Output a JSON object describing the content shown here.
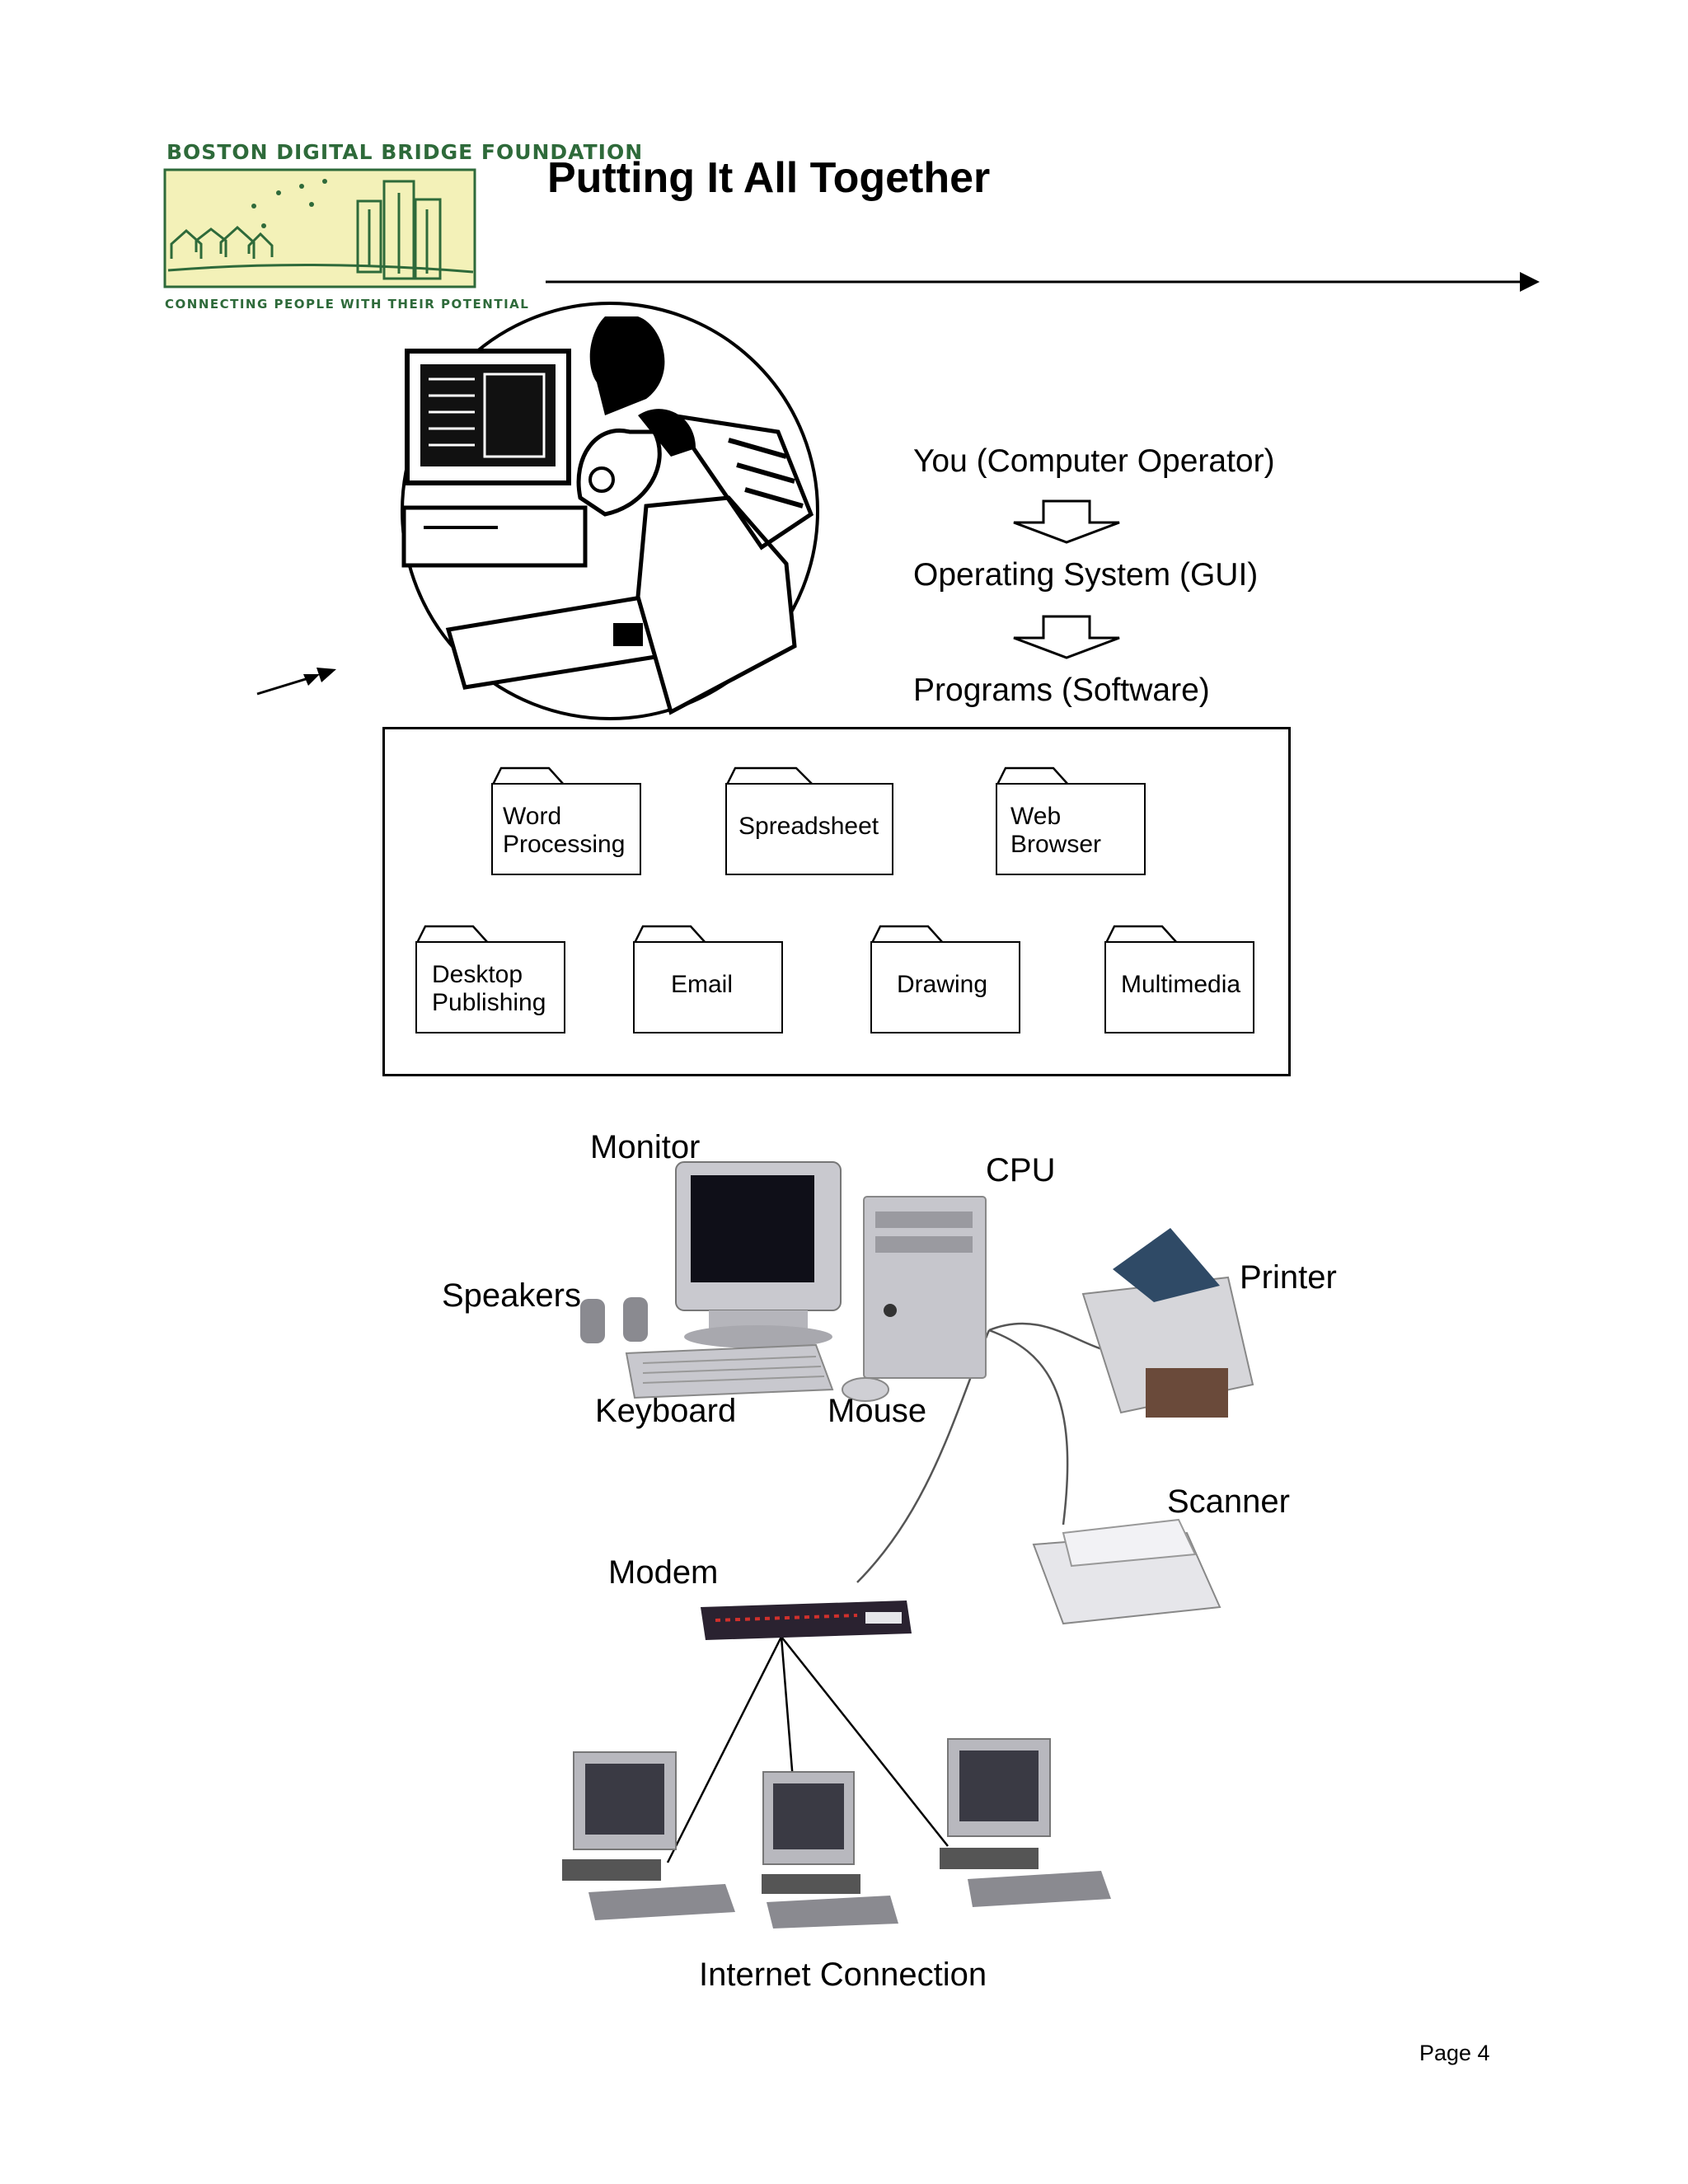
{
  "logo": {
    "org_name": "BOSTON DIGITAL BRIDGE FOUNDATION",
    "tagline": "CONNECTING PEOPLE WITH THEIR POTENTIAL",
    "colors": {
      "text": "#2e6a3a",
      "background": "#f3f1b8"
    }
  },
  "page_title": "Putting It All Together",
  "flow": {
    "steps": [
      "You (Computer Operator)",
      "Operating System (GUI)",
      "Programs (Software)"
    ]
  },
  "programs": [
    {
      "label": "Word Processing"
    },
    {
      "label": "Spreadsheet"
    },
    {
      "label": "Web Browser"
    },
    {
      "label": "Desktop Publishing"
    },
    {
      "label": "Email"
    },
    {
      "label": "Drawing"
    },
    {
      "label": "Multimedia"
    }
  ],
  "hardware": {
    "monitor": "Monitor",
    "cpu": "CPU",
    "speakers": "Speakers",
    "printer": "Printer",
    "keyboard": "Keyboard",
    "mouse": "Mouse",
    "scanner": "Scanner",
    "modem": "Modem",
    "internet": "Internet Connection"
  },
  "footer": {
    "page": "Page 4"
  }
}
